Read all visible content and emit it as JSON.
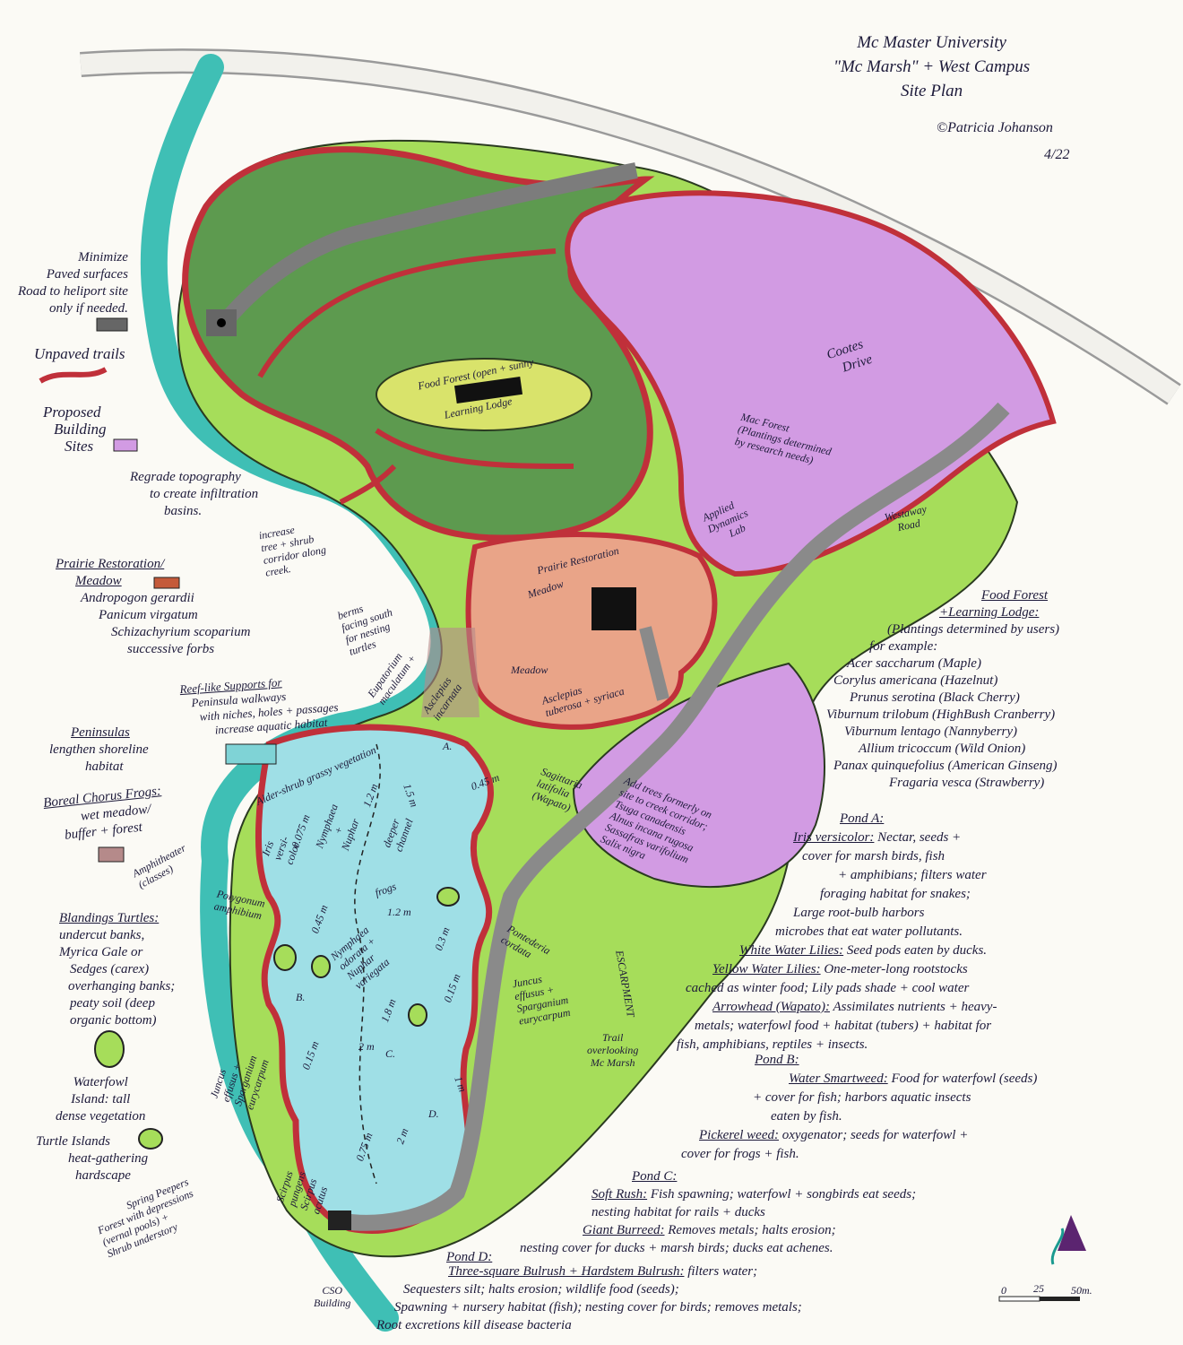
{
  "title": {
    "line1": "Mc Master University",
    "line2": "\"Mc Marsh\" + West Campus",
    "line3": "Site Plan",
    "copyright": "©Patricia Johanson",
    "date": "4/22"
  },
  "colors": {
    "creek": "#3fbfb5",
    "forest": "#5d9a4f",
    "buffer": "#a6dd5a",
    "purple": "#d29be3",
    "prairie": "#e9a488",
    "pond": "#9fdfe6",
    "trail": "#c0303a",
    "road": "#8a8a8a",
    "food_forest": "#d9e36b",
    "wet_meadow": "#b58a8a"
  },
  "legend": {
    "paved": [
      "Minimize",
      "Paved surfaces",
      "Road to heliport site",
      "only if needed."
    ],
    "trails": "Unpaved trails",
    "buildings": [
      "Proposed",
      "Building",
      "Sites"
    ],
    "regrade": [
      "Regrade topography",
      "to create infiltration",
      "basins."
    ],
    "prairie_title": "Prairie Restoration/",
    "prairie_sub": "Meadow",
    "prairie_species": [
      "Andropogon gerardii",
      "Panicum virgatum",
      "Schizachyrium scoparium",
      "successive forbs"
    ],
    "reef": [
      "Reef-like Supports for",
      "Peninsula walkways",
      "with niches, holes + passages",
      "increase aquatic habitat"
    ],
    "peninsulas_title": "Peninsulas",
    "peninsulas": [
      "lengthen shoreline",
      "habitat"
    ],
    "frogs_title": "Boreal Chorus Frogs:",
    "frogs": [
      "wet meadow/",
      "buffer + forest"
    ],
    "amphitheater": [
      "Amphitheater",
      "(classes)"
    ],
    "turtles_title": "Blandings Turtles:",
    "turtles": [
      "undercut banks,",
      "Myrica Gale or",
      "Sedges (carex)",
      "overhanging banks;",
      "peaty soil (deep",
      "organic bottom)"
    ],
    "waterfowl": [
      "Waterfowl",
      "Island: tall",
      "dense vegetation"
    ],
    "turtle_islands": [
      "Turtle Islands",
      "heat-gathering",
      "hardscape"
    ],
    "spring_peepers": [
      "Spring Peepers",
      "Forest with depressions",
      "(vernal pools) +",
      "Shrub understory"
    ],
    "cso": [
      "CSO",
      "Building"
    ]
  },
  "map_labels": {
    "food_forest": "Food Forest (open + sunny",
    "learning_lodge": "Learning Lodge",
    "cootes": [
      "Cootes",
      "Drive"
    ],
    "mac_forest": [
      "Mac Forest",
      "(Plantings determined",
      "by research needs)"
    ],
    "applied": [
      "Applied",
      "Dynamics",
      "Lab"
    ],
    "westaway": [
      "Westaway",
      "Road"
    ],
    "increase_tree": [
      "increase",
      "tree + shrub",
      "corridor along",
      "creek."
    ],
    "berms": [
      "berms",
      "facing south",
      "for nesting",
      "turtles"
    ],
    "prairie": "Prairie Restoration",
    "meadow1": "Meadow",
    "meadow2": "Meadow",
    "asclepias_tuberosa": [
      "Asclepias",
      "tuberosa + syriaca"
    ],
    "eupatorium": [
      "Eupatorium",
      "maculatum +"
    ],
    "asclepias_incarnata": [
      "Asclepias",
      "incarnata"
    ],
    "alder": "Alder-shrub grassy vegetation",
    "sagittaria": [
      "Sagittaria",
      "latifolia",
      "(Wapato)"
    ],
    "pontederia": [
      "Pontederia",
      "cordata"
    ],
    "juncus_right": [
      "Juncus",
      "effusus +",
      "Sparganium",
      "eurycarpum"
    ],
    "juncus_left": [
      "Juncus",
      "effusus +",
      "Sparganium",
      "eurycarpum"
    ],
    "scirpus": [
      "Scirpus",
      "pungens",
      "Scirpus",
      "acutus"
    ],
    "escarpment": "ESCARPMENT",
    "trail_overlook": [
      "Trail",
      "overlooking",
      "Mc Marsh"
    ],
    "polygonum": [
      "Polygonum",
      "amphibium"
    ],
    "iris": [
      "Iris",
      "versi-",
      "color"
    ],
    "nymphaea_nuphar": [
      "Nymphaea",
      "+",
      "Nuphar"
    ],
    "nymphaea_odorata": [
      "Nymphaea",
      "odorata +",
      "Nuphar",
      "variegata"
    ],
    "add_trees": [
      "Add trees formerly on",
      "site to creek corridor;",
      "Tsuga canadensis",
      "Alnus incana rugosa",
      "Sassafras varifolium",
      "Salix nigra"
    ],
    "pond_letters": [
      "A.",
      "B.",
      "C.",
      "D."
    ],
    "depths": {
      "a1": "0.45 m",
      "a2": "1.5 m",
      "a3": "0.075 m",
      "a4": "1.2 m",
      "b1": "0.45 m",
      "b2": "1.2 m",
      "b3": "0.3 m",
      "b4": "1.8 m",
      "b5": "0.15 m",
      "c1": "2 m",
      "c2": "0.15 m",
      "d1": "1 m",
      "d2": "2 m",
      "d3": "0.75 m"
    },
    "deeper_channel": [
      "deeper",
      "channel"
    ],
    "frogs": "frogs"
  },
  "notes": {
    "food_forest_title": "Food Forest",
    "food_forest_title2": "+Learning Lodge:",
    "food_forest_sub": [
      "(Plantings determined by users)",
      "for example:"
    ],
    "food_forest_species": [
      "Acer saccharum (Maple)",
      "Corylus americana (Hazelnut)",
      "Prunus serotina (Black Cherry)",
      "Viburnum trilobum (HighBush Cranberry)",
      "Viburnum lentago (Nannyberry)",
      "Allium tricoccum (Wild Onion)",
      "Panax quinquefolius (American Ginseng)",
      "Fragaria vesca (Strawberry)"
    ],
    "pond_a": "Pond A:",
    "pond_a_lines": [
      {
        "name": "Iris versicolor:",
        "text": " Nectar, seeds +"
      },
      {
        "name": "",
        "text": "cover for marsh birds, fish"
      },
      {
        "name": "",
        "text": "+ amphibians; filters water"
      },
      {
        "name": "",
        "text": "foraging habitat for snakes;"
      },
      {
        "name": "",
        "text": "Large root-bulb harbors"
      },
      {
        "name": "",
        "text": "microbes that eat water pollutants."
      },
      {
        "name": "White Water Lilies:",
        "text": " Seed pods eaten by ducks."
      },
      {
        "name": "Yellow Water Lilies:",
        "text": " One-meter-long rootstocks"
      },
      {
        "name": "",
        "text": "cached as winter food; Lily pads shade + cool water"
      },
      {
        "name": "Arrowhead (Wapato):",
        "text": " Assimilates nutrients + heavy-"
      },
      {
        "name": "",
        "text": "metals; waterfowl food + habitat (tubers) + habitat for"
      },
      {
        "name": "",
        "text": "fish, amphibians, reptiles + insects."
      }
    ],
    "pond_b": "Pond B:",
    "pond_b_lines": [
      {
        "name": "Water Smartweed:",
        "text": " Food for waterfowl (seeds)"
      },
      {
        "name": "",
        "text": "+ cover for fish; harbors aquatic insects"
      },
      {
        "name": "",
        "text": "eaten by fish."
      },
      {
        "name": "Pickerel weed:",
        "text": " oxygenator; seeds for waterfowl +"
      },
      {
        "name": "",
        "text": "cover for frogs + fish."
      }
    ],
    "pond_c": "Pond C:",
    "pond_c_lines": [
      {
        "name": "Soft Rush:",
        "text": " Fish spawning; waterfowl + songbirds eat seeds;"
      },
      {
        "name": "",
        "text": "nesting habitat for rails + ducks"
      },
      {
        "name": "Giant Burreed:",
        "text": " Removes metals; halts erosion;"
      },
      {
        "name": "",
        "text": "nesting cover for ducks + marsh birds; ducks eat achenes."
      }
    ],
    "pond_d": "Pond D:",
    "pond_d_lines": [
      {
        "name": "Three-square Bulrush + Hardstem Bulrush:",
        "text": " filters water;"
      },
      {
        "name": "",
        "text": "Sequesters silt; halts erosion; wildlife food (seeds);"
      },
      {
        "name": "",
        "text": "Spawning + nursery habitat (fish); nesting cover for birds; removes metals;"
      },
      {
        "name": "",
        "text": "Root excretions kill disease bacteria"
      }
    ]
  },
  "scale": {
    "zero": "0",
    "mid": "25",
    "end": "50m."
  }
}
